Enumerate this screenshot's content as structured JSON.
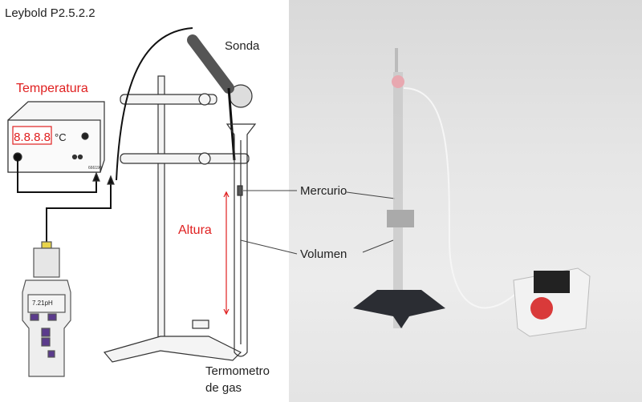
{
  "title": "Leybold P2.5.2.2",
  "labels": {
    "sonda": "Sonda",
    "temperatura": "Temperatura",
    "mercurio": "Mercurio",
    "altura": "Altura",
    "volumen": "Volumen",
    "termometro": "Termometro",
    "de_gas": "de gas"
  },
  "meter": {
    "display": "8.8.8.8",
    "unit": "°C",
    "model": "666190"
  },
  "handheld": {
    "reading": "7.21pH"
  },
  "colors": {
    "accent": "#e02020",
    "photo_bg": "#e3e3e3"
  }
}
